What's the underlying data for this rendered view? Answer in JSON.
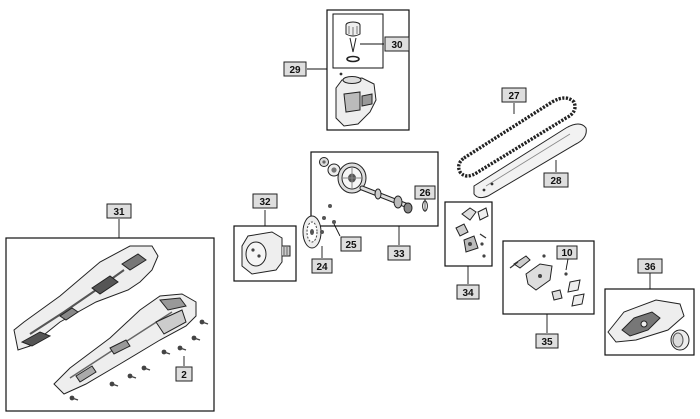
{
  "diagram": {
    "labels": {
      "p2": "2",
      "p10": "10",
      "p24": "24",
      "p25": "25",
      "p26": "26",
      "p27": "27",
      "p28": "28",
      "p29": "29",
      "p30": "30",
      "p31": "31",
      "p32": "32",
      "p33": "33",
      "p34": "34",
      "p35": "35",
      "p36": "36"
    },
    "colors": {
      "label_fill": "#dedede",
      "line": "#111111",
      "part_fill": "#eeeeee"
    }
  }
}
